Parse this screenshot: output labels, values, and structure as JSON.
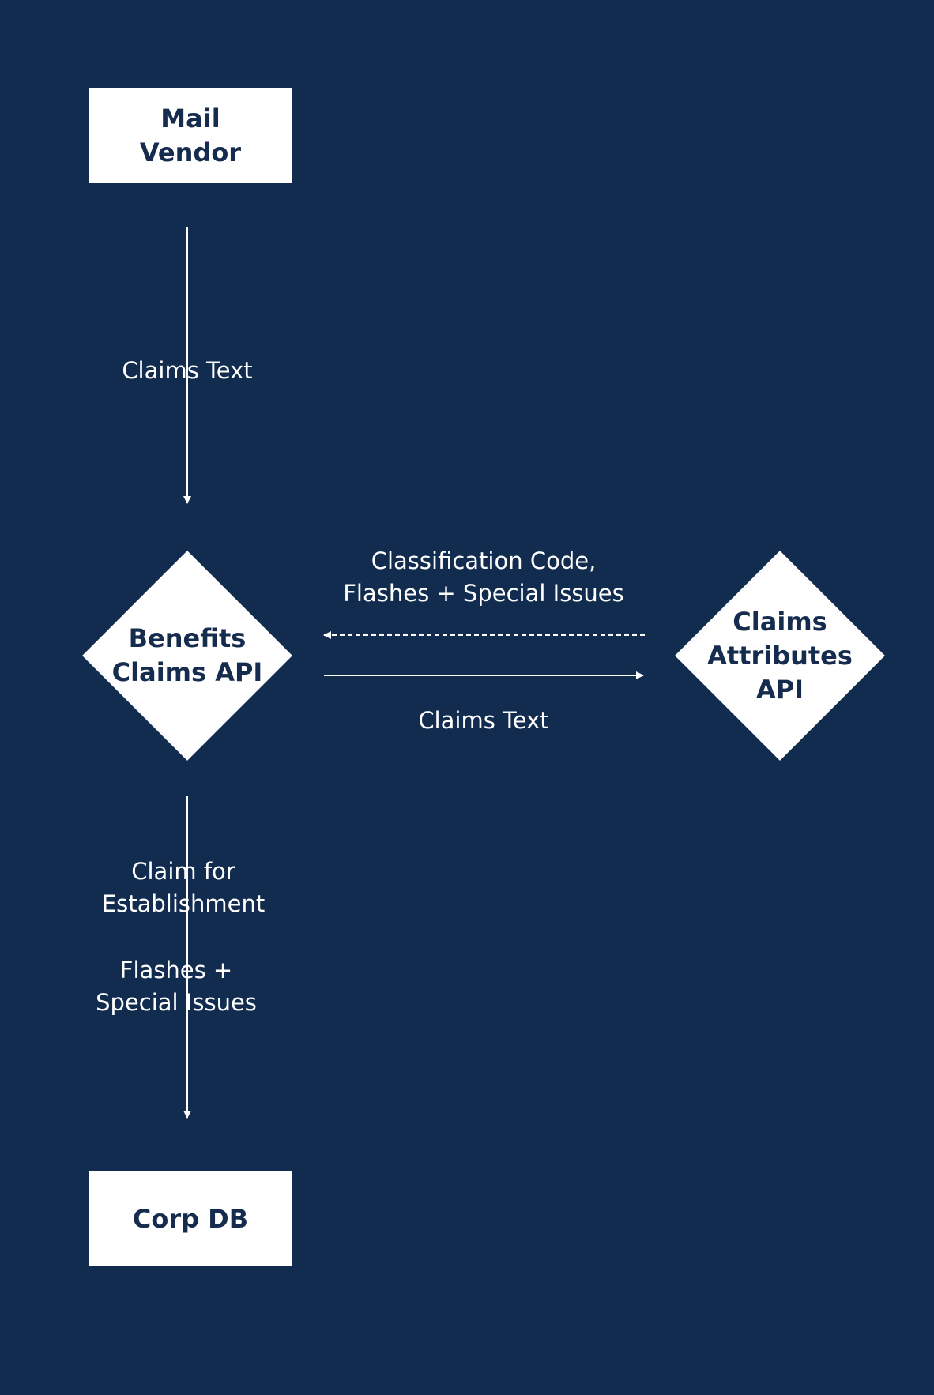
{
  "colors": {
    "background": "#122C50",
    "node_fill": "#FFFFFF",
    "node_text": "#152C4E",
    "edge": "#FFFFFF",
    "edge_text": "#FFFFFF"
  },
  "nodes": {
    "mail_vendor": {
      "label": "Mail\nVendor",
      "shape": "rectangle"
    },
    "benefits_claims_api": {
      "label": "Benefits\nClaims API",
      "shape": "diamond"
    },
    "claims_attributes_api": {
      "label": "Claims\nAttributes\nAPI",
      "shape": "diamond"
    },
    "corp_db": {
      "label": "Corp DB",
      "shape": "rectangle"
    }
  },
  "edges": {
    "vendor_to_benefits": {
      "from": "Mail Vendor",
      "to": "Benefits Claims API",
      "label": "Claims Text",
      "style": "solid"
    },
    "attributes_to_benefits": {
      "from": "Claims Attributes API",
      "to": "Benefits Claims API",
      "label": "Classification Code,\nFlashes + Special Issues",
      "style": "dashed"
    },
    "benefits_to_attributes": {
      "from": "Benefits Claims API",
      "to": "Claims Attributes API",
      "label": "Claims Text",
      "style": "solid"
    },
    "benefits_to_corpdb": {
      "from": "Benefits Claims API",
      "to": "Corp DB",
      "label_primary": "Claim for\nEstablishment",
      "label_secondary": "Flashes +\nSpecial Issues",
      "style": "solid"
    }
  }
}
